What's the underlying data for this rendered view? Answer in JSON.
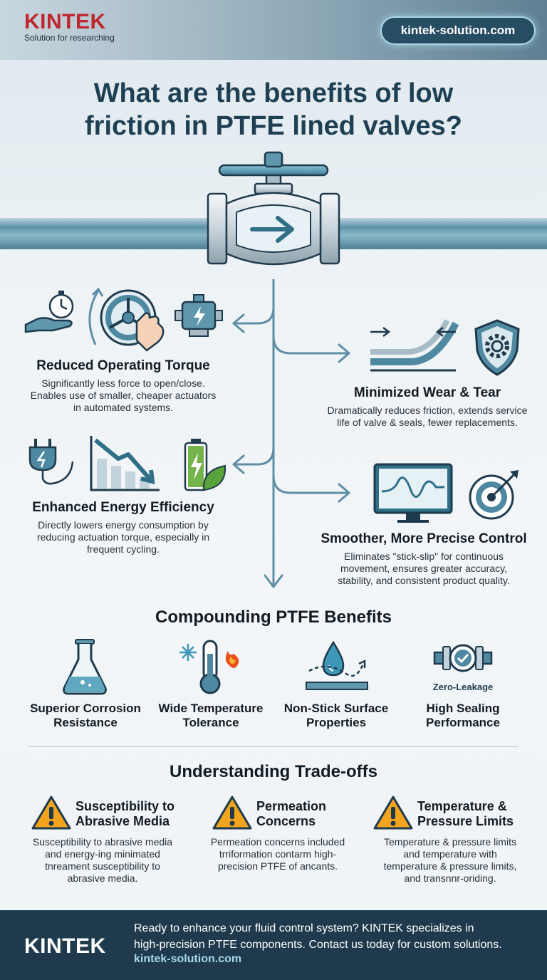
{
  "header": {
    "logo": "KINTEK",
    "tagline": "Solution for researching",
    "url": "kintek-solution.com"
  },
  "title_line1": "What are the benefits of low",
  "title_line2": "friction in PTFE lined valves?",
  "benefits": [
    {
      "title": "Reduced Operating Torque",
      "desc1": "Significantly less force to open/close.",
      "desc2": "Enables use of smaller, cheaper actuators",
      "desc3": "in automated systems."
    },
    {
      "title": "Minimized Wear & Tear",
      "desc1": "Dramatically reduces friction, extends service",
      "desc2": "life of valve & seals, fewer replacements."
    },
    {
      "title": "Enhanced Energy Efficiency",
      "desc1": "Directly lowers energy consumption by",
      "desc2": "reducing actuation torque, especially in",
      "desc3": "frequent cycling."
    },
    {
      "title": "Smoother, More Precise Control",
      "desc1": "Eliminates \"stick-slip\" for continuous",
      "desc2": "movement, ensures greater accuracy,",
      "desc3": "stability, and consistent product quality."
    }
  ],
  "compounding": {
    "title": "Compounding PTFE Benefits",
    "items": [
      {
        "l1": "Superior Corrosion",
        "l2": "Resistance"
      },
      {
        "l1": "Wide Temperature",
        "l2": "Tolerance"
      },
      {
        "l1": "Non-Stick Surface",
        "l2": "Properties"
      },
      {
        "l1": "High Sealing",
        "l2": "Performance",
        "badge": "Zero-Leakage"
      }
    ]
  },
  "tradeoffs": {
    "title": "Understanding Trade-offs",
    "items": [
      {
        "t1": "Susceptibility to",
        "t2": "Abrasive Media",
        "d1": "Susceptibility to abrasive media",
        "d2": "and energy-ing minimated",
        "d3": "tnreament susceptibility to",
        "d4": "abrasive media."
      },
      {
        "t1": "Permeation",
        "t2": "Concerns",
        "d1": "Permeation concerns included",
        "d2": "trriformation contarm high-",
        "d3": "precision PTFE of ancants."
      },
      {
        "t1": "Temperature &",
        "t2": "Pressure Limits",
        "d1": "Temperature & pressure limits",
        "d2": "and temperature with",
        "d3": "temperature & pressure limits,",
        "d4": "and transnnr-oriding."
      }
    ]
  },
  "footer": {
    "logo": "KINTEK",
    "line1": "Ready to enhance your fluid control system? KINTEK specializes in",
    "line2": "high-precision PTFE components. Contact us today for custom solutions.",
    "url": "kintek-solution.com"
  },
  "colors": {
    "brand_red": "#c0262d",
    "navy": "#1f3a4d",
    "teal": "#2f6f88",
    "warning": "#f2a51c"
  }
}
